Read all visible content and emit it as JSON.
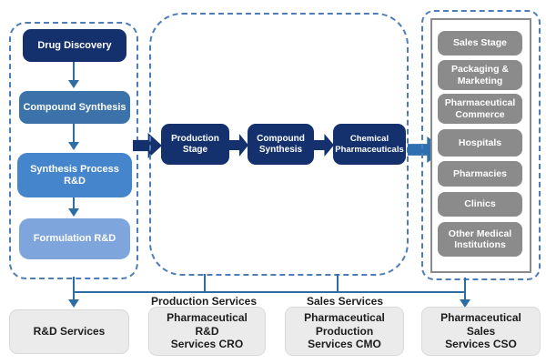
{
  "diagram_title": "Pharmaceutical industry chain flow",
  "colors": {
    "navy": "#14316e",
    "blue_medium": "#3b72aa",
    "blue_bright": "#4585cb",
    "blue_light": "#7ea6dd",
    "steel_arrow": "#2d6fb0",
    "connector_blue": "#2e6da4",
    "dashed_border": "#4d7db8",
    "gray_node": "#8b8b8b",
    "gray_frame": "#8a8a8a",
    "light_gray_node": "#ebebeb",
    "text_dark": "#1c1c1c",
    "text_light": "#ffffff"
  },
  "rnd_panel": {
    "name": "R&D stage panel",
    "items": [
      {
        "label": "Drug Discovery",
        "color": "#14316e"
      },
      {
        "label": "Compound Synthesis",
        "color": "#3b72aa"
      },
      {
        "label": "Synthesis Process\nR&D",
        "color": "#4585cb"
      },
      {
        "label": "Formulation R&D",
        "color": "#7ea6dd"
      }
    ]
  },
  "production_panel": {
    "name": "Production stage panel",
    "items": [
      {
        "label": "Production\nStage"
      },
      {
        "label": "Compound\nSynthesis"
      },
      {
        "label": "Chemical\nPharmaceuticals"
      }
    ]
  },
  "sales_panel": {
    "name": "Sales stage panel",
    "items": [
      {
        "label": "Sales Stage"
      },
      {
        "label": "Packaging &\nMarketing"
      },
      {
        "label": "Pharmaceutical\nCommerce"
      },
      {
        "label": "Hospitals"
      },
      {
        "label": "Pharmacies"
      },
      {
        "label": "Clinics"
      },
      {
        "label": "Other Medical\nInstitutions"
      }
    ]
  },
  "service_labels": {
    "production": "Production Services",
    "sales": "Sales Services"
  },
  "service_boxes": {
    "rnd": "R&D Services",
    "cro": "Pharmaceutical\nR&D\nServices CRO",
    "cmo": "Pharmaceutical\nProduction\nServices CMO",
    "cso": "Pharmaceutical\nSales\nServices CSO"
  }
}
